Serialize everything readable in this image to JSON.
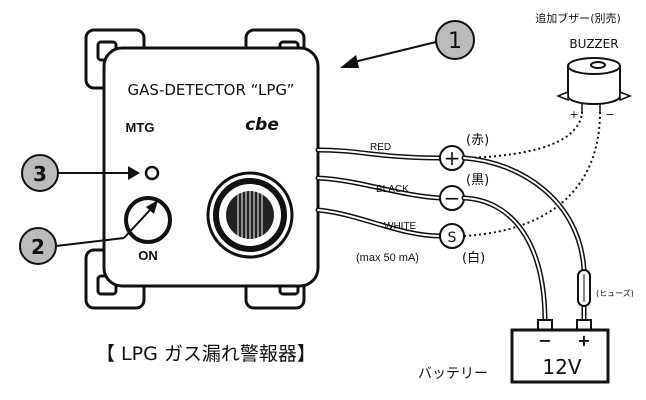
{
  "panel": {
    "title": "GAS-DETECTOR “LPG”",
    "brand_logo": "cbe",
    "mtg_label": "MTG",
    "on_label": "ON"
  },
  "callouts": [
    {
      "number": "1"
    },
    {
      "number": "2"
    },
    {
      "number": "3"
    }
  ],
  "wires": {
    "red_label": "RED",
    "black_label": "BLACK",
    "white_label": "WHITE",
    "max_current": "(max 50 mA)"
  },
  "terminals": {
    "plus_symbol": "+",
    "minus_symbol": "−",
    "s_symbol": "S",
    "red_jp": "(赤)",
    "black_jp": "(黒)",
    "white_jp": "(白)"
  },
  "buzzer": {
    "title_jp": "追加ブザー(別売)",
    "title_en": "BUZZER",
    "plus_mark": "+",
    "minus_mark": "−"
  },
  "fuse": {
    "label": "(ヒューズ)"
  },
  "battery": {
    "label_jp": "バッテリー",
    "voltage": "12V",
    "minus_mark": "−",
    "plus_mark": "+"
  },
  "caption": "【 LPG ガス漏れ警報器】",
  "icons": [
    "sensor-grille-icon",
    "push-button-icon",
    "led-icon",
    "arrow-icon"
  ]
}
